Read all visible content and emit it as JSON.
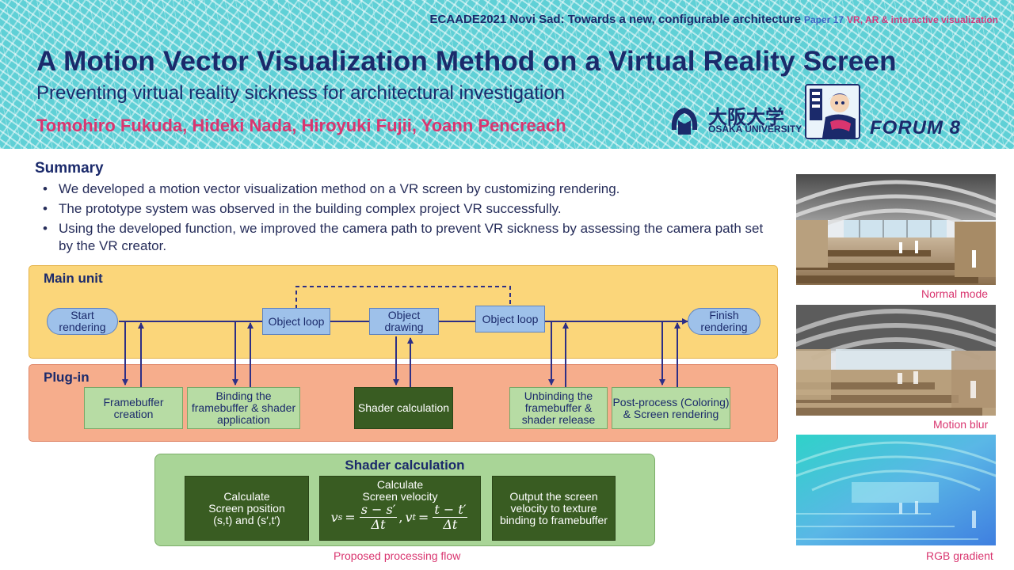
{
  "header": {
    "conference": "ECAADE2021 Novi Sad: Towards a new, configurable architecture",
    "paper_no": "Paper 17",
    "track": "VR, AR & interactive visualization",
    "title": "A Motion Vector Visualization Method on a Virtual Reality Screen",
    "subtitle": "Preventing virtual reality sickness for architectural investigation",
    "authors": "Tomohiro Fukuda, Hideki Nada, Hiroyuki Fujii, Yoann Pencreach",
    "logo_osaka_jp": "大阪大学",
    "logo_osaka_en": "OSAKA UNIVERSITY",
    "logo_forum8": "FORUM 8",
    "colors": {
      "navy": "#1b2a6b",
      "pink": "#d9356f",
      "teal": "#5fd0d6"
    }
  },
  "summary": {
    "heading": "Summary",
    "bullets": [
      "We developed a motion vector visualization method on a VR screen by customizing rendering.",
      "The prototype system was observed in the building complex project VR successfully.",
      "Using the developed function, we improved the camera path to prevent VR sickness by assessing the camera path set by the VR creator."
    ]
  },
  "flow": {
    "main_unit_label": "Main unit",
    "plugin_label": "Plug-in",
    "main_nodes": [
      "Start rendering",
      "Object loop",
      "Object drawing",
      "Object loop",
      "Finish rendering"
    ],
    "plugin_nodes": [
      "Framebuffer creation",
      "Binding the framebuffer & shader application",
      "Shader calculation",
      "Unbinding the framebuffer & shader release",
      "Post-process (Coloring) & Screen rendering"
    ],
    "shader": {
      "title": "Shader calculation",
      "step1": [
        "Calculate",
        "Screen position",
        "(s,t) and (s′,t′)"
      ],
      "step2": [
        "Calculate",
        "Screen velocity"
      ],
      "formula": {
        "vs": "v",
        "vs_sub": "s",
        "vs_num": "s − s′",
        "den": "Δt",
        "vt": "v",
        "vt_sub": "t",
        "vt_num": "t − t′"
      },
      "step3": "Output the screen velocity to texture binding to framebuffer"
    },
    "caption": "Proposed processing flow"
  },
  "images": [
    {
      "caption": "Normal mode",
      "mode": "normal"
    },
    {
      "caption": "Motion blur",
      "mode": "blur"
    },
    {
      "caption": "RGB gradient",
      "mode": "rgb"
    }
  ]
}
